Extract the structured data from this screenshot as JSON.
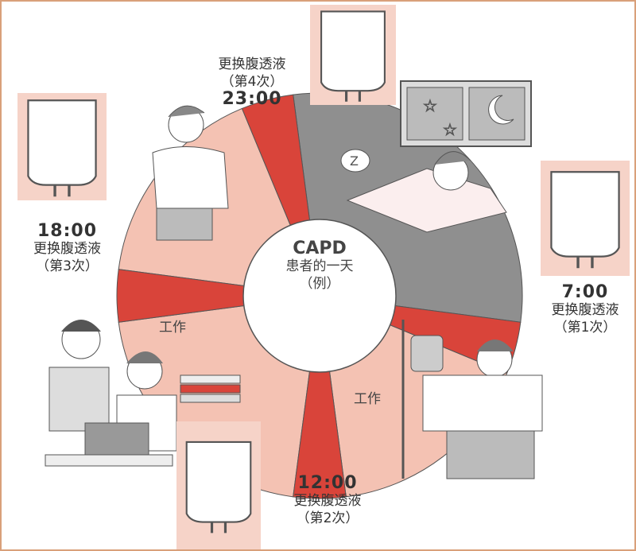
{
  "center": {
    "title": "CAPD",
    "subtitle": "患者的一天",
    "note": "（例）"
  },
  "exchanges": [
    {
      "time": "7:00",
      "label": "更换腹透液",
      "order": "（第1次）",
      "hour": 7
    },
    {
      "time": "12:00",
      "label": "更换腹透液",
      "order": "（第2次）",
      "hour": 12
    },
    {
      "time": "18:00",
      "label": "更换腹透液",
      "order": "（第3次）",
      "hour": 18
    },
    {
      "time": "23:00",
      "label": "更换腹透液",
      "order": "（第4次）",
      "hour": 23
    }
  ],
  "work_label": "工作",
  "segments": [
    {
      "type": "sleep",
      "from": 23.5,
      "to": 6.5
    },
    {
      "type": "day",
      "from": 7.5,
      "to": 11.5
    },
    {
      "type": "day",
      "from": 12.5,
      "to": 17.5
    },
    {
      "type": "day",
      "from": 18.5,
      "to": 22.5
    }
  ],
  "colors": {
    "sleep": "#8f8f8f",
    "day": "#f4c2b3",
    "exchange": "#d9443a",
    "bag_bg": "#f6d3c8"
  },
  "sleep_icon": "Z"
}
